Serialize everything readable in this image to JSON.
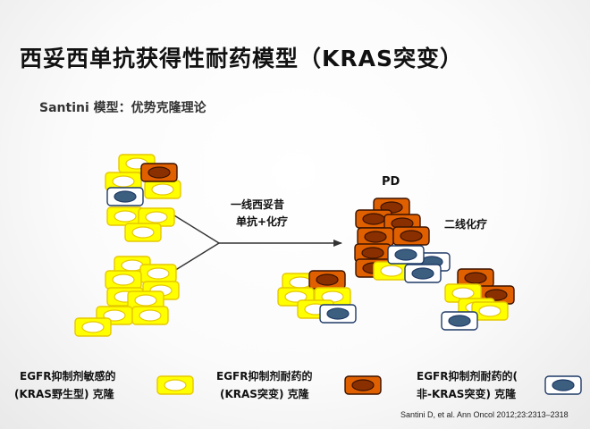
{
  "title": "西妥西单抗获得性耐药模型（KRAS突变）",
  "subtitle": "Santini 模型：优势克隆理论",
  "arrow_label": {
    "line1": "一线西妥昔",
    "line2": "单抗+化疗"
  },
  "pd_label": "PD",
  "second_line_label": "二线化疗",
  "legend": {
    "sensitive": {
      "line1": "EGFR抑制剂敏感的",
      "line2": "(KRAS野生型) 克隆"
    },
    "kras_resistant": {
      "line1": "EGFR抑制剂耐药的",
      "line2": "(KRAS突变) 克隆"
    },
    "non_kras_resistant": {
      "line1": "EGFR抑制剂耐药的(",
      "line2": "非-KRAS突变) 克隆"
    }
  },
  "citation": "Santini D, et al. Ann Oncol 2012;23:2313–2318",
  "colors": {
    "sensitive_fill": "#ffff00",
    "sensitive_border": "#e6c800",
    "sensitive_core": "#ffffff",
    "kras_fill": "#e06000",
    "kras_border": "#3a1200",
    "kras_core": "#8a3000",
    "nonkras_fill": "#ffffff",
    "nonkras_border": "#1f3a66",
    "nonkras_core": "#3c5f80"
  }
}
